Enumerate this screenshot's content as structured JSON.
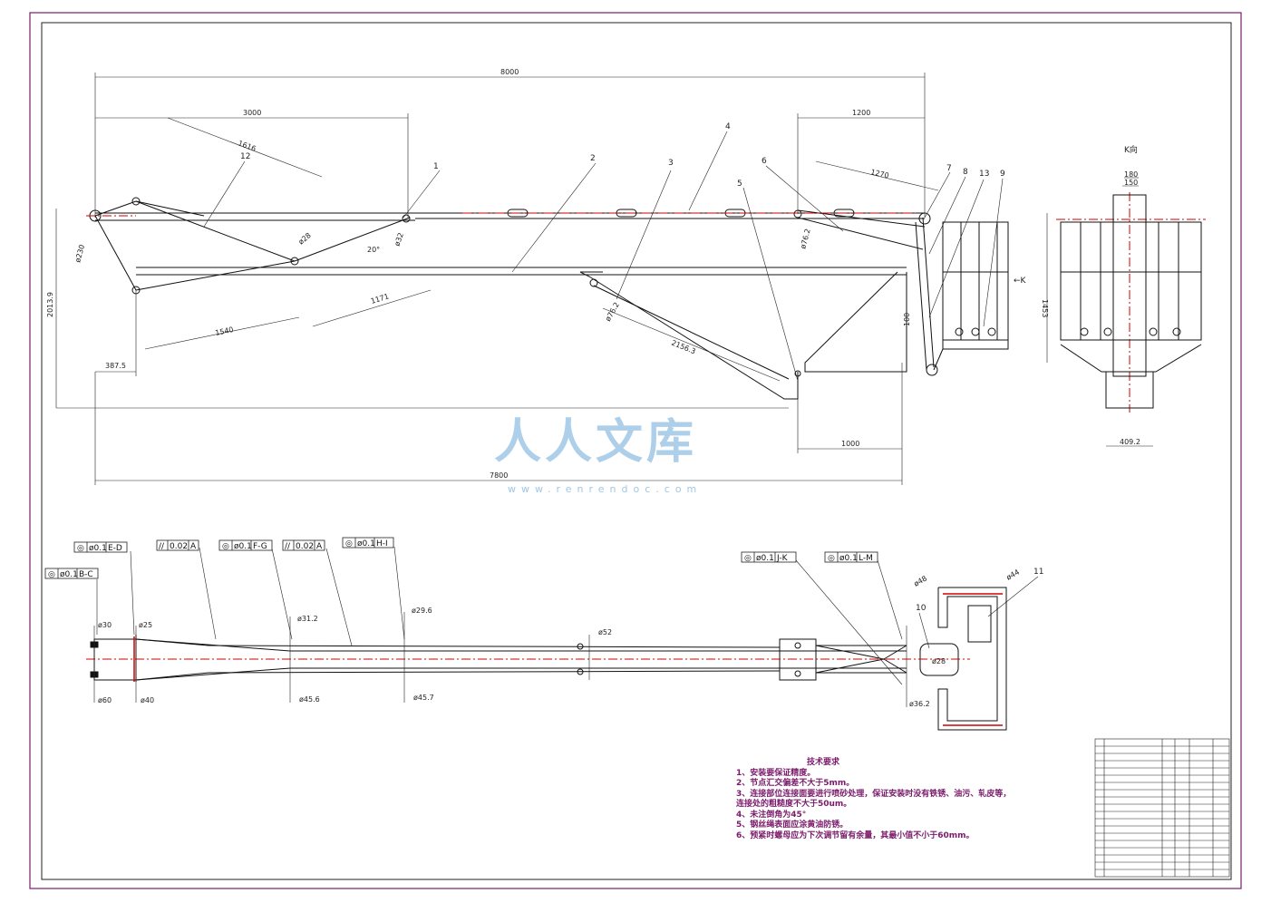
{
  "view_k_label": "K向",
  "k_arrow": "←K",
  "dims_top": [
    "8000",
    "3000",
    "1616",
    "1200",
    "1270",
    "2013.9",
    "387.5",
    "1540",
    "1171",
    "20°",
    "7800",
    "1000",
    "2156.3",
    "180",
    "150",
    "1453",
    "409.2",
    "100"
  ],
  "dia_top": [
    "ø230",
    "ø28",
    "ø32",
    "ø76.2",
    "ø76.2"
  ],
  "part_numbers": [
    "1",
    "2",
    "3",
    "4",
    "5",
    "6",
    "7",
    "8",
    "13",
    "9",
    "12",
    "10",
    "11"
  ],
  "tolerance_frames": [
    {
      "sym": "◎",
      "val": "ø0.1",
      "ref": "E-D"
    },
    {
      "sym": "◎",
      "val": "ø0.1",
      "ref": "B-C"
    },
    {
      "sym": "//",
      "val": "0.02",
      "ref": "A"
    },
    {
      "sym": "◎",
      "val": "ø0.1",
      "ref": "F-G"
    },
    {
      "sym": "//",
      "val": "0.02",
      "ref": "A"
    },
    {
      "sym": "◎",
      "val": "ø0.1",
      "ref": "H-I"
    },
    {
      "sym": "◎",
      "val": "ø0.1",
      "ref": "J-K"
    },
    {
      "sym": "◎",
      "val": "ø0.1",
      "ref": "L-M"
    }
  ],
  "dims_bottom": [
    "ø30",
    "ø25",
    "ø31.2",
    "ø29.6",
    "ø52",
    "ø60",
    "ø40",
    "ø45.6",
    "ø45.7",
    "ø36.2",
    "ø28",
    "ø48",
    "ø44"
  ],
  "notes": {
    "title": "技术要求",
    "lines": [
      "1、安装要保证精度。",
      "2、节点汇交偏差不大于5mm。",
      "3、连接部位连接面要进行喷砂处理，保证安装时没有铁锈、油污、轧皮等，",
      "连接处的粗糙度不大于50um。",
      "4、未注倒角为45°",
      "5、钢丝绳表面应涂黄油防锈。",
      "6、预紧时螺母应为下次调节留有余量，其最小值不小于60mm。"
    ]
  },
  "watermark": {
    "text": "人人文库",
    "url": "www.renrendoc.com"
  },
  "colors": {
    "border": "#7a1a6a",
    "line": "#111111",
    "center": "#d00000",
    "accent": "#7a1a6a"
  }
}
